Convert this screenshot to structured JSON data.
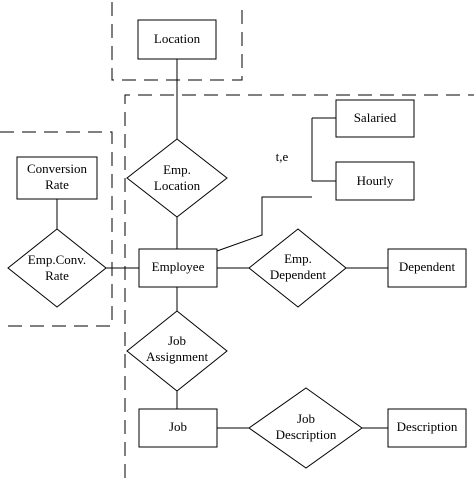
{
  "entities": {
    "location": "Location",
    "conversion_rate": [
      "Conversion",
      "Rate"
    ],
    "employee": "Employee",
    "salaried": "Salaried",
    "hourly": "Hourly",
    "dependent": "Dependent",
    "job": "Job",
    "description": "Description"
  },
  "relationships": {
    "emp_location": [
      "Emp.",
      "Location"
    ],
    "emp_conv_rate": [
      "Emp.Conv.",
      "Rate"
    ],
    "emp_dependent": [
      "Emp.",
      "Dependent"
    ],
    "job_assignment": [
      "Job",
      "Assignment"
    ],
    "job_description": [
      "Job",
      "Description"
    ]
  },
  "specialization": {
    "constraint": "t,e"
  }
}
